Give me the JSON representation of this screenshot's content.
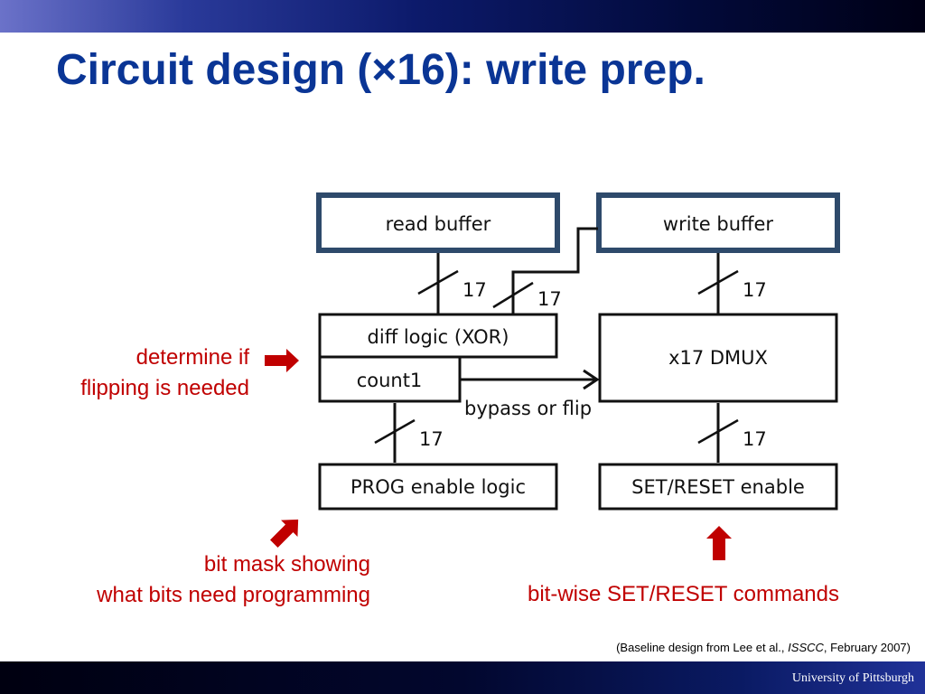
{
  "slide": {
    "title": "Circuit design (×16): write prep.",
    "footer": "University of Pittsburgh",
    "citation": {
      "prefix": "(Baseline design from Lee et al., ",
      "venue": "ISSCC",
      "suffix": ", February 2007)"
    }
  },
  "diagram": {
    "blocks": {
      "read_buffer": "read buffer",
      "write_buffer": "write buffer",
      "diff_logic": "diff logic (XOR)",
      "count1": "count1",
      "dmux": "x17 DMUX",
      "prog_enable": "PROG enable logic",
      "set_reset_enable": "SET/RESET enable"
    },
    "bus_labels": {
      "read_to_diff": "17",
      "write_to_diff": "17",
      "write_to_dmux": "17",
      "count_to_prog": "17",
      "dmux_to_setreset": "17"
    },
    "edge_label": "bypass or flip"
  },
  "annotations": {
    "flip_line1": "determine if",
    "flip_line2": "flipping is needed",
    "mask_line1": "bit mask showing",
    "mask_line2": "what bits need programming",
    "setreset": "bit-wise SET/RESET commands"
  },
  "colors": {
    "title": "#0a3595",
    "annotation": "#c00000",
    "buffer_border": "#2e4a6b"
  }
}
